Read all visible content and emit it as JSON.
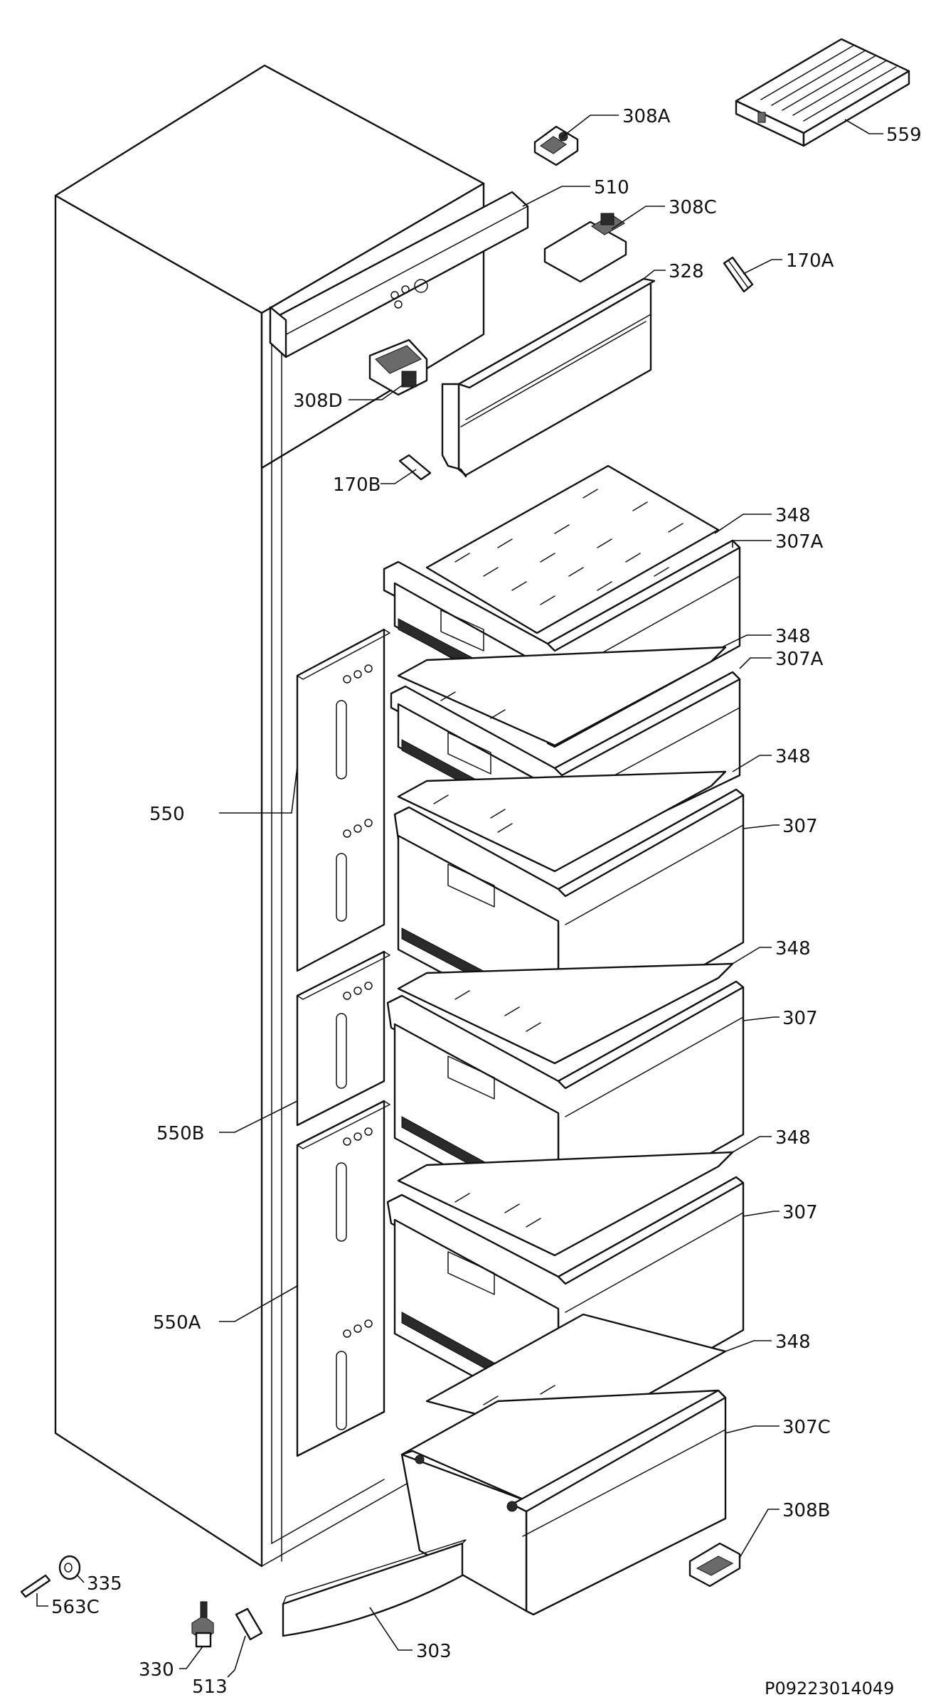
{
  "diagram_code": "P09223014049",
  "labels": [
    {
      "id": "308A",
      "text": "308A"
    },
    {
      "id": "559",
      "text": "559"
    },
    {
      "id": "510",
      "text": "510"
    },
    {
      "id": "308C",
      "text": "308C"
    },
    {
      "id": "328",
      "text": "328"
    },
    {
      "id": "170A",
      "text": "170A"
    },
    {
      "id": "308D",
      "text": "308D"
    },
    {
      "id": "170B",
      "text": "170B"
    },
    {
      "id": "348-1",
      "text": "348"
    },
    {
      "id": "307A-1",
      "text": "307A"
    },
    {
      "id": "348-2",
      "text": "348"
    },
    {
      "id": "307A-2",
      "text": "307A"
    },
    {
      "id": "348-3",
      "text": "348"
    },
    {
      "id": "550",
      "text": "550"
    },
    {
      "id": "307-1",
      "text": "307"
    },
    {
      "id": "348-4",
      "text": "348"
    },
    {
      "id": "307-2",
      "text": "307"
    },
    {
      "id": "550B",
      "text": "550B"
    },
    {
      "id": "348-5",
      "text": "348"
    },
    {
      "id": "307-3",
      "text": "307"
    },
    {
      "id": "550A",
      "text": "550A"
    },
    {
      "id": "348-6",
      "text": "348"
    },
    {
      "id": "307C",
      "text": "307C"
    },
    {
      "id": "308B",
      "text": "308B"
    },
    {
      "id": "335",
      "text": "335"
    },
    {
      "id": "563C",
      "text": "563C"
    },
    {
      "id": "303",
      "text": "303"
    },
    {
      "id": "330",
      "text": "330"
    },
    {
      "id": "513",
      "text": "513"
    }
  ]
}
